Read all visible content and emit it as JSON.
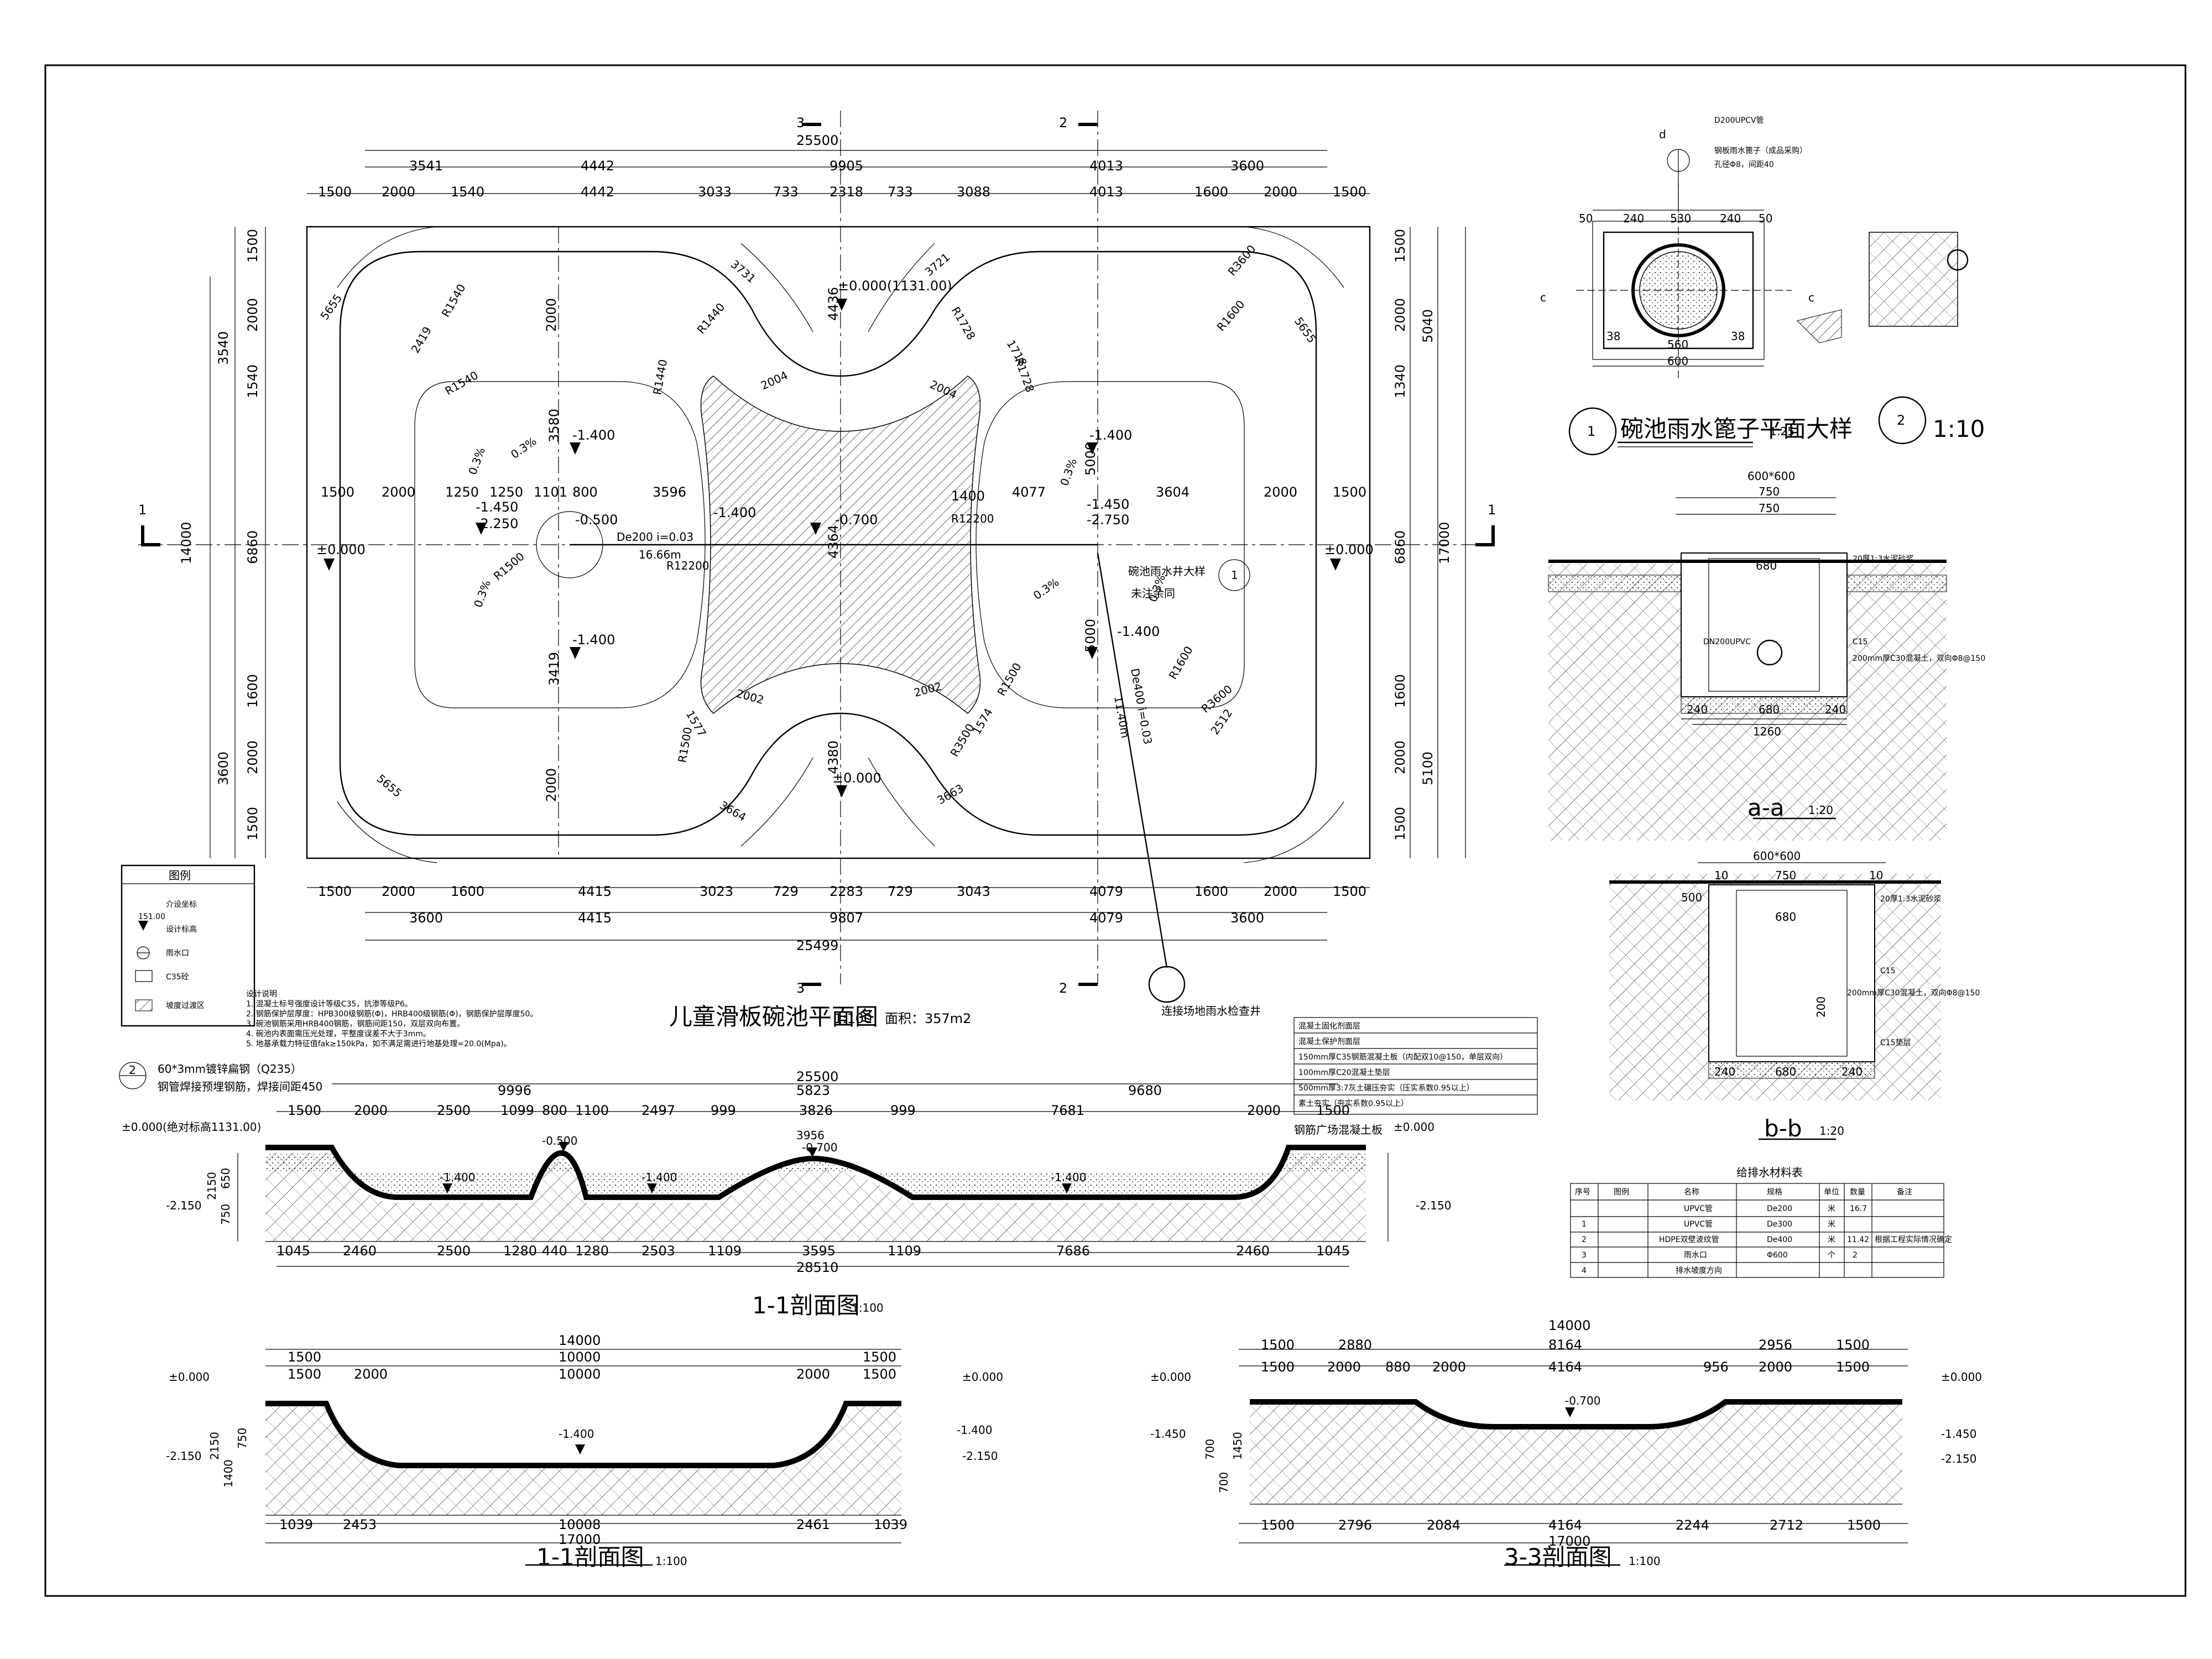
{
  "plan": {
    "title": "儿童滑板碗池平面图",
    "scale": "1:100",
    "area": "面积：357m2",
    "total_top": "25500",
    "total_bottom": "25499",
    "height_left": "14000",
    "height_right": "17000",
    "top_row1": [
      "3541",
      "4442",
      "9905",
      "4013",
      "3600"
    ],
    "top_row2": [
      "1500",
      "2000",
      "1540",
      "4442",
      "3033",
      "733",
      "2318",
      "733",
      "3088",
      "4013",
      "1600",
      "2000",
      "1500"
    ],
    "bottom_row1": [
      "1500",
      "2000",
      "1600",
      "4415",
      "3023",
      "729",
      "2283",
      "729",
      "3043",
      "4079",
      "1600",
      "2000",
      "1500"
    ],
    "bottom_row2": [
      "3600",
      "4415",
      "9807",
      "4079",
      "3600"
    ],
    "left_col": [
      "1500",
      "2000",
      "1540",
      "6860",
      "1600",
      "2000",
      "1500"
    ],
    "left_col2": [
      "3540",
      "3600"
    ],
    "right_col": [
      "1500",
      "2000",
      "1340",
      "6860",
      "1600",
      "2000",
      "1500"
    ],
    "right_col2": [
      "5040",
      "5100"
    ],
    "mid_row": [
      "1500",
      "2000",
      "1250",
      "1250",
      "1101",
      "800",
      "3596",
      "1400",
      "4077",
      "3604",
      "2000",
      "1500"
    ],
    "levels": {
      "zero": "±0.000",
      "top_center": "±0.000(1131.00)",
      "bottom_center": "±0.000",
      "l140": "-1.400",
      "l145": "-1.450",
      "l225": "-2.250",
      "l275": "-2.750",
      "l050": "-0.500",
      "l070": "-0.700"
    },
    "slopes": [
      "0.3%",
      "0.3%",
      "0.3%",
      "0.3%",
      "0.3%",
      "0.3%"
    ],
    "pipe1": "De200 i=0.03",
    "pipe1_len": "16.66m",
    "pipe2": "De400 i=0.03",
    "pipe2_len": "11.40m",
    "radii": [
      "R1540",
      "R1540",
      "R3600",
      "R1440",
      "R1440",
      "R1728",
      "R1728",
      "R1600",
      "R1500",
      "R1500",
      "R12200",
      "R12200",
      "R3500",
      "R1500",
      "R1600",
      "R3600"
    ],
    "arcs": [
      "5655",
      "3731",
      "3721",
      "2419",
      "5655",
      "5655",
      "3664",
      "3663",
      "2512",
      "2004",
      "2004",
      "2002",
      "2002",
      "1574",
      "1577",
      "1718"
    ],
    "section_marks": [
      "1",
      "1",
      "2",
      "2",
      "3",
      "3"
    ],
    "well_note": [
      "碗池雨水井大样",
      "未注余同"
    ],
    "well_ref": "1",
    "connect_note": "连接场地雨水检查井",
    "vertical_dims": [
      "3580",
      "3419",
      "4436",
      "4380",
      "5000",
      "5000",
      "4364",
      "2000",
      "2000"
    ]
  },
  "legend": {
    "title": "图例",
    "items": [
      "介设坐标",
      "设计标高",
      "雨水口",
      "C35砼",
      "坡度过渡区"
    ],
    "level_sample": "151.00"
  },
  "notes": {
    "heading": "设计说明",
    "lines": [
      "1. 混凝土标号强度设计等级C35，抗渗等级P6。",
      "2. 钢筋保护层厚度：HPB300级钢筋(Φ)，HRB400级钢筋(Φ)，钢筋保护层厚度50。",
      "3. 碗池钢筋采用HRB400钢筋，钢筋间距150，双层双向布置。",
      "4. 碗池内表面需压光处理，平整度误差不大于3mm。",
      "5. 地基承载力特征值fak≥150kPa，如不满足需进行地基处理=20.0(Mpa)。"
    ]
  },
  "layers": [
    "混凝土固化剂面层",
    "混凝土保护剂面层",
    "150mm厚C35钢筋混凝土板（内配双10@150，单层双向）",
    "100mm厚C20混凝土垫层",
    "500mm厚3:7灰土碾压夯实（压实系数0.95以上）",
    "素土夯实（夯实系数0.95以上）"
  ],
  "steel_note": {
    "ref": "2",
    "line1": "60*3mm镀锌扁钢（Q235）",
    "line2": "钢管焊接预埋钢筋，焊接间距450"
  },
  "section11": {
    "title": "1-1剖面图",
    "scale": "1:100",
    "top_total": "25500",
    "top_row1": [
      "9996",
      "5823",
      "9680"
    ],
    "top_row2": [
      "1500",
      "2000",
      "2500",
      "1099",
      "800",
      "1100",
      "2497",
      "999",
      "3826",
      "999",
      "7681",
      "2000",
      "1500"
    ],
    "bottom_row": [
      "1045",
      "2460",
      "2500",
      "1280",
      "440",
      "1280",
      "2503",
      "1109",
      "3595",
      "1109",
      "7686",
      "2460",
      "1045"
    ],
    "bottom_total": "28510",
    "left_level": "±0.000(绝对标高1131.00)",
    "right_level": "±0.000",
    "levels": [
      "-1.400",
      "-0.500",
      "-1.400",
      "3956",
      "-0.700",
      "-1.400"
    ],
    "low": "-2.150",
    "depths": [
      "2150",
      "650",
      "750"
    ],
    "edge_note": "钢筋广场混凝土板"
  },
  "section11b": {
    "title": "1-1剖面图",
    "scale": "1:100",
    "top_total": "14000",
    "top_row": [
      "1500",
      "10000",
      "1500"
    ],
    "top_row2": [
      "1500",
      "2000",
      "10000",
      "2000",
      "1500"
    ],
    "bottom_row": [
      "1039",
      "2453",
      "10008",
      "2461",
      "1039"
    ],
    "bottom_total": "17000",
    "level_zero": "±0.000",
    "level_mid": "-1.400",
    "level_low": "-2.150",
    "depths": [
      "2150",
      "1400",
      "750"
    ]
  },
  "section33": {
    "title": "3-3剖面图",
    "scale": "1:100",
    "top_total": "14000",
    "top_row": [
      "1500",
      "2880",
      "8164",
      "2956",
      "1500"
    ],
    "top_row2": [
      "1500",
      "2000",
      "880",
      "2000",
      "4164",
      "956",
      "2000",
      "1500"
    ],
    "bottom_row": [
      "1500",
      "2796",
      "2084",
      "4164",
      "2244",
      "2712",
      "1500"
    ],
    "bottom_total": "17000",
    "level_zero": "±0.000",
    "level_mid": "-0.700",
    "level_l": "-1.450",
    "level_low": "-2.150",
    "depths": [
      "700",
      "700",
      "1450"
    ]
  },
  "detail1": {
    "title": "碗池雨水篦子平面大样",
    "ref": "1",
    "scale": "1:25",
    "pipe": "D200UPCV管",
    "grate": "钢板雨水篦子（成品采购）",
    "hole": "孔径Φ8，间距40",
    "dims_top": [
      "50",
      "240",
      "530",
      "240",
      "50"
    ],
    "dims_bottom": [
      "38",
      "560",
      "38"
    ],
    "dim_600": "600",
    "cut": [
      "c",
      "c"
    ],
    "d": "d"
  },
  "detail2": {
    "ref": "2",
    "scale": "1:10"
  },
  "detailAA": {
    "title": "a-a",
    "scale": "1:20",
    "top": "600*600",
    "dims": [
      "750",
      "750",
      "680",
      "1260",
      "240",
      "680",
      "240"
    ],
    "labels": [
      "DN200UPVC",
      "C15",
      "200mm厚C30混凝土，双向Φ8@150",
      "20厚1:3水泥砂浆"
    ]
  },
  "detailBB": {
    "title": "b-b",
    "scale": "1:20",
    "top": "600*600",
    "dims": [
      "10",
      "750",
      "10",
      "500",
      "680",
      "240",
      "680",
      "240",
      "200"
    ],
    "labels": [
      "C15",
      "200mm厚C30混凝土，双向Φ8@150",
      "20厚1:3水泥砂浆",
      "C15垫层"
    ]
  },
  "material_table": {
    "title": "给排水材料表",
    "headers": [
      "序号",
      "图例",
      "名称",
      "规格",
      "单位",
      "数量",
      "备注"
    ],
    "rows": [
      [
        "",
        "",
        "UPVC管",
        "De200",
        "米",
        "16.7",
        ""
      ],
      [
        "1",
        "",
        "UPVC管",
        "De300",
        "米",
        "",
        ""
      ],
      [
        "2",
        "",
        "HDPE双壁波纹管",
        "De400",
        "米",
        "11.42",
        "根据工程实际情况确定"
      ],
      [
        "3",
        "",
        "雨水口",
        "Φ600",
        "个",
        "2",
        ""
      ],
      [
        "4",
        "",
        "排水坡度方向",
        "",
        "",
        "",
        ""
      ]
    ]
  }
}
